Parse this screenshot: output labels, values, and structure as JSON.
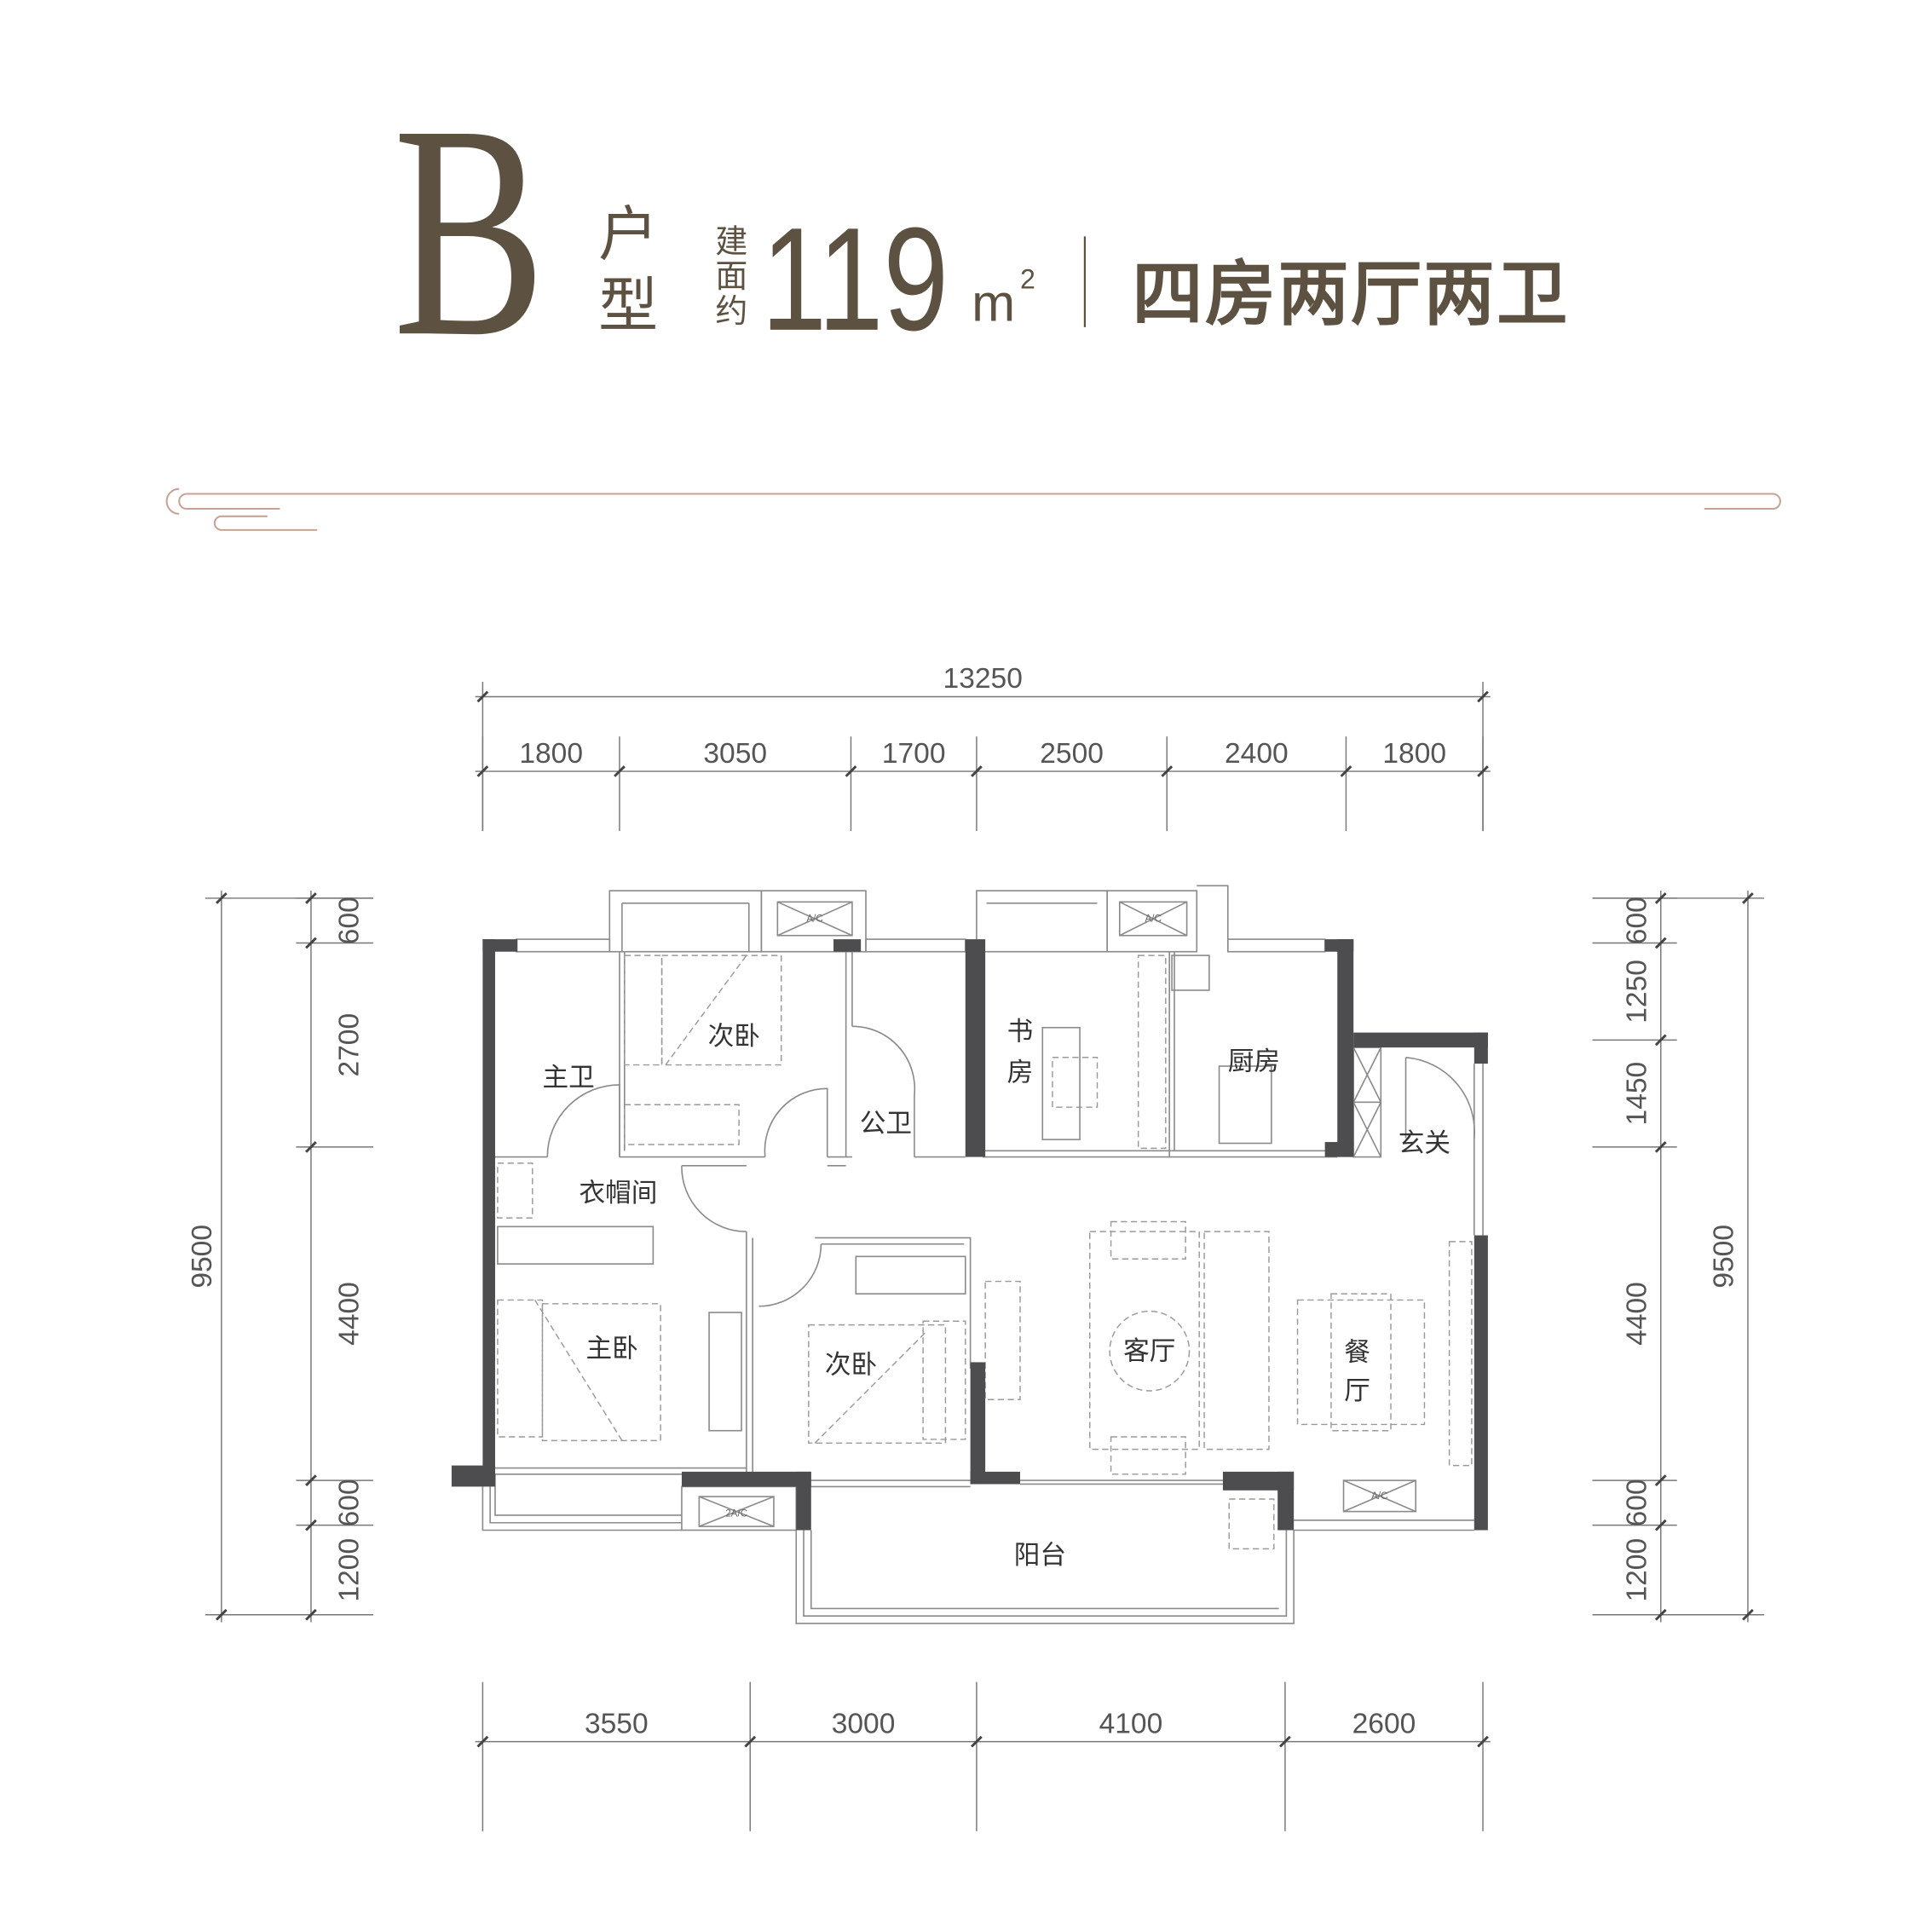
{
  "header": {
    "unit_letter": "B",
    "unit_word_1": "户",
    "unit_word_2": "型",
    "area_label": [
      "建",
      "面",
      "约"
    ],
    "area_value": "119",
    "area_unit": "m",
    "area_unit_sup": "2",
    "layout": "四房两厅两卫",
    "text_color": "#5d5242"
  },
  "dimensions": {
    "top_total": "13250",
    "top_segments": [
      "1800",
      "3050",
      "1700",
      "2500",
      "2400",
      "1800"
    ],
    "bottom_segments": [
      "3550",
      "3000",
      "4100",
      "2600"
    ],
    "left_total": "9500",
    "left_segments": [
      "600",
      "2700",
      "4400",
      "600",
      "1200"
    ],
    "right_total": "9500",
    "right_segments": [
      "600",
      "1250",
      "1450",
      "4400",
      "600",
      "1200"
    ]
  },
  "rooms": {
    "bedroom_2_top": "次卧",
    "master_bath": "主卫",
    "public_bath": "公卫",
    "cloakroom": "衣帽间",
    "study_1": "书",
    "study_2": "房",
    "kitchen": "厨房",
    "foyer": "玄关",
    "master_bedroom": "主卧",
    "bedroom_2_bottom": "次卧",
    "living_room": "客厅",
    "dining_1": "餐",
    "dining_2": "厅",
    "balcony": "阳台"
  },
  "ac_labels": [
    "A/C",
    "A/C",
    "2A/C",
    "A/C"
  ]
}
